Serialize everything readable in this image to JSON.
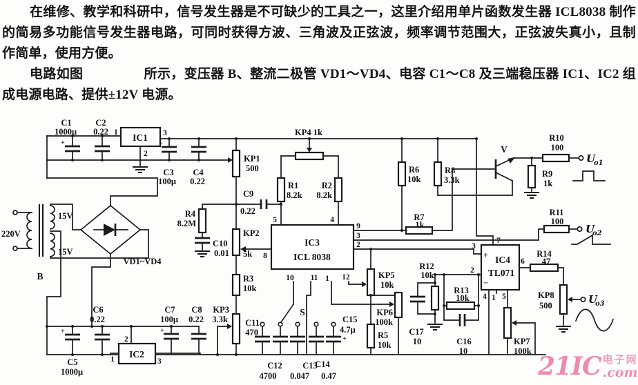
{
  "article": {
    "p1": "在维修、教学和科研中，信号发生器是不可缺少的工具之一，这里介绍用单片函数发生器 ICL8038 制作的简易多功能信号发生器电路，可同时获得方波、三角波及正弦波，频率调节范围大，正弦波失真小，且制作简单，使用方便。",
    "p2_prefix": "电路如图",
    "p2_rest": "所示，变压器 B、整流二极管 VD1～VD4、电容 C1～C8 及三端稳压器 IC1、IC2 组成电源电路、提供±12V 电源。"
  },
  "watermark": {
    "brand": "21IC",
    "cn": "电子网",
    "com": ".com.",
    "color": "#ec92ae"
  },
  "schematic": {
    "labels": {
      "c1": "C1",
      "c1v": "1000μ",
      "c2": "C2",
      "c2v": "0.22",
      "ic1": "IC1",
      "ic1p1": "1",
      "ic1p2": "2",
      "ic1p3": "3",
      "c3": "C3",
      "c3v": "100μ",
      "c4": "C4",
      "c4v": "0.22",
      "v220": "220V",
      "w15a": "15V",
      "w15b": "15V",
      "b": "B",
      "vd": "VD1~VD4",
      "c5": "C5",
      "c5v": "1000μ",
      "c6": "C6",
      "c6v": "0.22",
      "ic2": "IC2",
      "ic2p1": "1",
      "ic2p2": "2",
      "ic2p3": "3",
      "c7": "C7",
      "c7v": "100μ",
      "c8": "C8",
      "c8v": "0.22",
      "kp1": "KP1",
      "kp1v": "500",
      "kp2": "KP2",
      "kp2v": "5k",
      "kp3": "KP3",
      "kp3v": "3.3k",
      "kp4": "KP4 1k",
      "c9": "C9",
      "c9v": "0.22",
      "c10": "C10",
      "c10v": "0.01",
      "c11": "C11",
      "c11v": "470",
      "r1": "R1",
      "r1v": "8.2k",
      "r2": "R2",
      "r2v": "8.2k",
      "r3": "R3",
      "r3v": "10k",
      "r4": "R4",
      "r4v": "8.2M",
      "ic3a": "IC3",
      "ic3b": "ICL 8038",
      "p1": "1",
      "p2": "2",
      "p3": "3",
      "p4": "4",
      "p5": "5",
      "p8": "8",
      "p9": "9",
      "p10": "10",
      "p11": "11",
      "p12": "12",
      "s": "S",
      "c12": "C12",
      "c12v": "4700",
      "c13": "C13",
      "c13v": "0.047",
      "c14": "C14",
      "c14v": "0.47",
      "c15": "C15",
      "c15v": "4.7μ",
      "kp5": "KP5",
      "kp5v": "10k",
      "kp6": "KP6",
      "kp6v": "100k",
      "r5": "R5",
      "r5v": "10k",
      "r6": "R6",
      "r6v": "10k",
      "r7": "R7",
      "r7v": "1k",
      "r8": "R8",
      "r8v": "3.3k",
      "v": "V",
      "r9": "R9",
      "r9v": "1k",
      "r10": "R10",
      "r10v": "100",
      "r11": "R11",
      "r11v": "100",
      "r12": "R12",
      "r12v": "10k",
      "r13": "R13",
      "r13v": "10k",
      "r14": "R14",
      "r14v": "47",
      "c16": "C16",
      "c16v": "10",
      "c17": "C17",
      "c17v": "10",
      "ic4a": "IC4",
      "ic4b": "TL071",
      "ic4plus": "+",
      "ic4minus": "−",
      "q1": "1",
      "q2": "2",
      "q3": "3",
      "q4": "4",
      "q5": "5",
      "q6": "6",
      "q7": "7",
      "kp7": "KP7",
      "kp7v": "100k",
      "kp8": "KP8",
      "kp8v": "500",
      "u": "U",
      "o1": "o1",
      "o2": "o2",
      "o3": "o3",
      "plus": "+"
    }
  }
}
